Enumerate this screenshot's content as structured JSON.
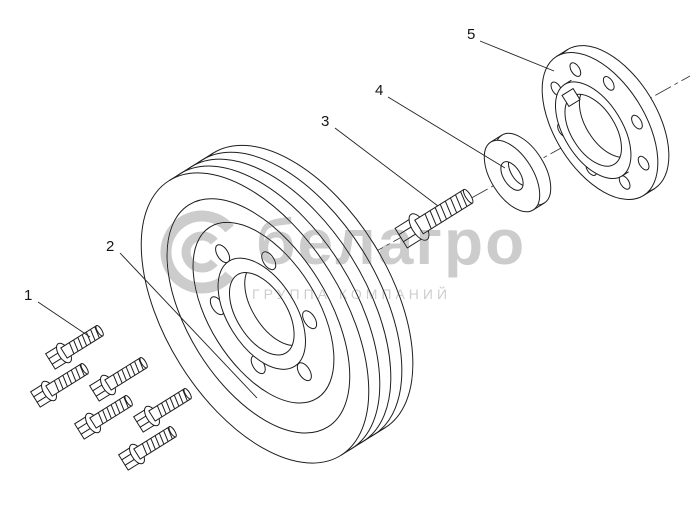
{
  "watermark": {
    "brand": "белагро",
    "tagline": "ГРУППА КОМПАНИЙ"
  },
  "callouts": {
    "c1": "1",
    "c2": "2",
    "c3": "3",
    "c4": "4",
    "c5": "5"
  },
  "colors": {
    "line": "#1d1d1d",
    "watermark": "#c7c7c7",
    "background": "#ffffff"
  }
}
